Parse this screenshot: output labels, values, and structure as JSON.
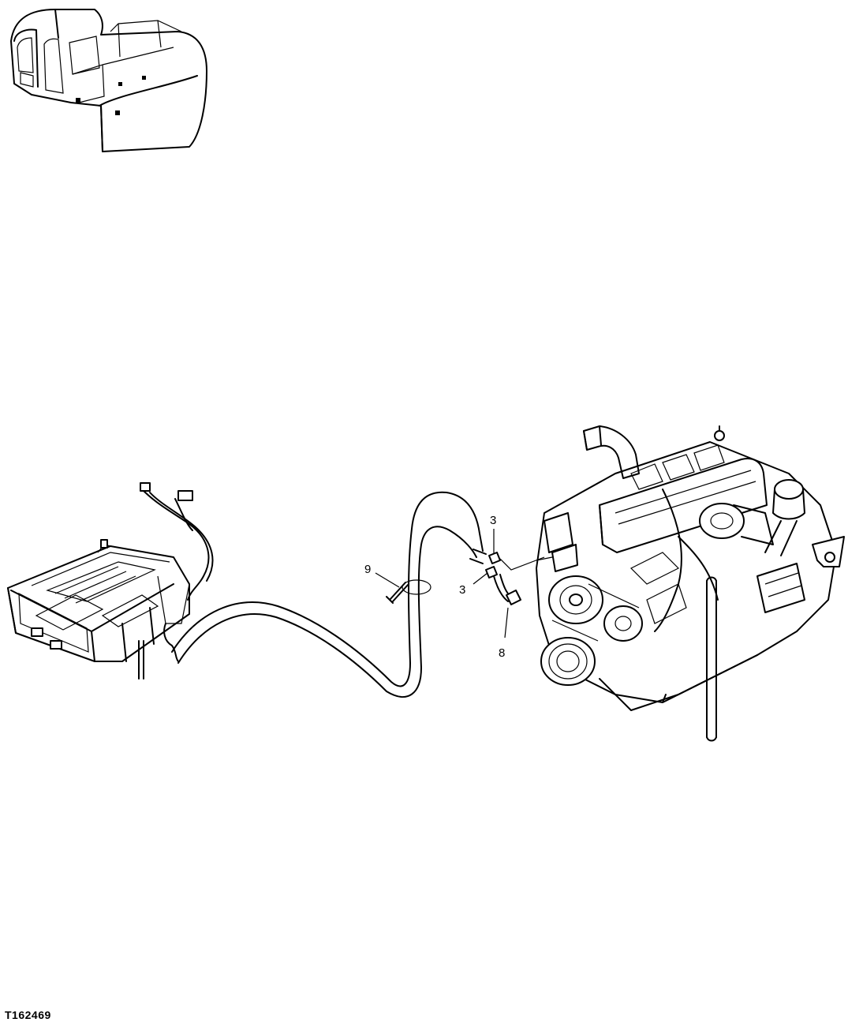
{
  "figure_id": "T162469",
  "callouts": [
    {
      "id": "callout-3-upper",
      "text": "3"
    },
    {
      "id": "callout-3-lower",
      "text": "3"
    },
    {
      "id": "callout-8",
      "text": "8"
    },
    {
      "id": "callout-9",
      "text": "9"
    }
  ],
  "icons": [
    "machine-locator-icon",
    "heater-unit",
    "engine-assembly",
    "heater-hose",
    "hose-clamp",
    "fitting"
  ]
}
